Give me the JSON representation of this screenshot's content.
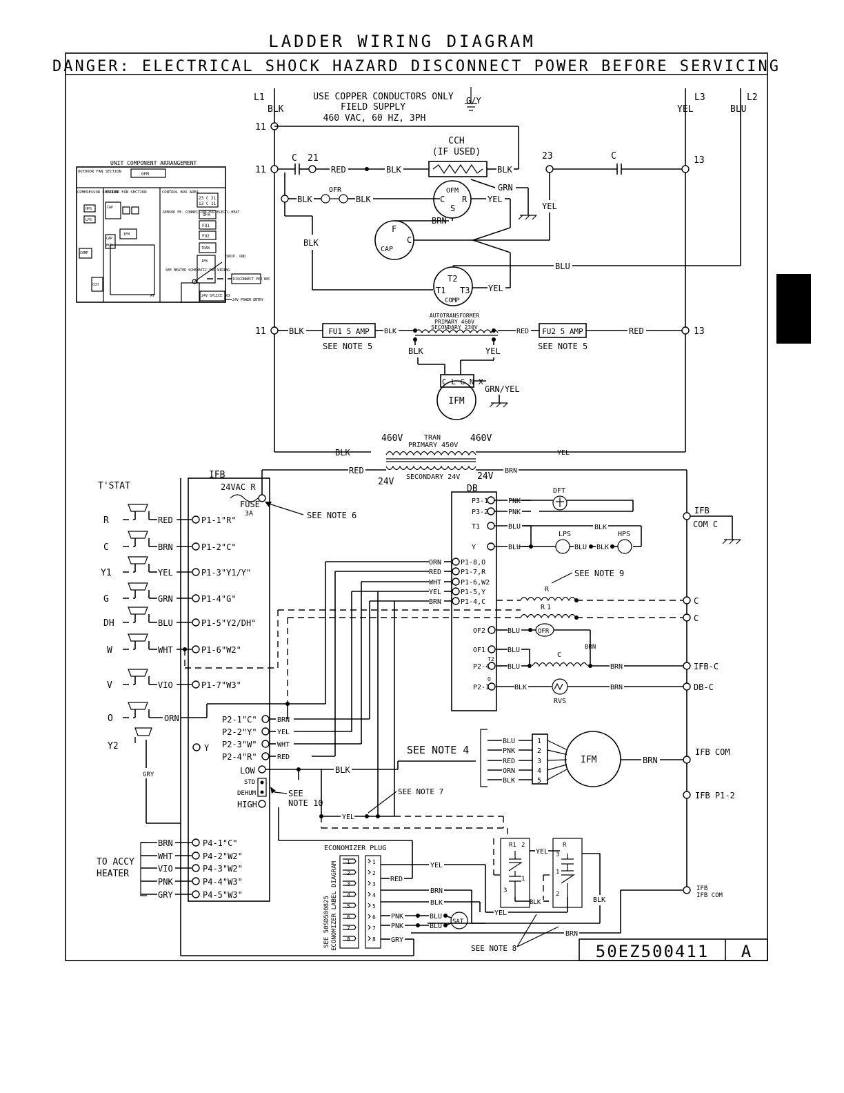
{
  "header": {
    "title": "LADDER WIRING DIAGRAM",
    "danger": "DANGER: ELECTRICAL SHOCK HAZARD DISCONNECT POWER BEFORE SERVICING"
  },
  "supply": {
    "line1": "USE COPPER CONDUCTORS ONLY",
    "line2": "FIELD SUPPLY",
    "line3": "460 VAC, 60 HZ, 3PH",
    "gnd": "G/Y",
    "l1": "L1",
    "l1_wire": "BLK",
    "l3": "L3",
    "l3_wire": "YEL",
    "l2": "L2",
    "l2_wire": "BLU"
  },
  "terminals": {
    "t11": "11",
    "t13": "13",
    "t21": "21",
    "t23": "23",
    "c": "C"
  },
  "components": {
    "cch": "CCH",
    "cch_note": "(IF USED)",
    "ofm": "OFM",
    "ofr": "OFR",
    "cap": "CAP",
    "f": "F",
    "s": "S",
    "r": "R",
    "comp": "COMP",
    "t1": "T1",
    "t2": "T2",
    "t3": "T3",
    "fu1": "FU1 5 AMP",
    "fu2": "FU2 5 AMP",
    "see_note5": "SEE NOTE 5",
    "autotransformer": "AUTOTRANSFORMER",
    "auto_primary": "PRIMARY 460V",
    "auto_secondary": "SECONDARY 230V",
    "ifm": "IFM",
    "ifm_pins": "C L G N X",
    "grnyel": "GRN/YEL",
    "tran": "TRAN",
    "tran_primary": "PRIMARY 450V",
    "tran_secondary": "SECONDARY 24V",
    "v460": "460V",
    "v24": "24V",
    "ifb": "IFB",
    "fuse_label": "24VAC R",
    "fuse": "FUSE",
    "fuse_amp": "3A",
    "see_note6": "SEE NOTE 6",
    "see_note9": "SEE NOTE 9",
    "see_note4": "SEE NOTE 4",
    "see_note7": "SEE NOTE 7",
    "see_note8": "SEE NOTE 8",
    "see_note10a": "SEE",
    "see_note10b": "NOTE 10",
    "tstat": "T'STAT",
    "db": "DB",
    "dft": "DFT",
    "lps": "LPS",
    "hps": "HPS",
    "rvs": "RVS",
    "sat": "SAT",
    "jfm": "IFM",
    "ifb_com_c": "COM C",
    "ifb_c": "IFB-C",
    "db_c": "DB-C",
    "ifb_com": "IFB COM",
    "ifb_p12": "IFB P1-2",
    "econ_plug": "ECONOMIZER PLUG",
    "econ_side1": "SEE 50SD500825",
    "econ_side2": "ECONOMIZER LABEL DIAGRAM",
    "to_accy": "TO ACCY",
    "heater": "HEATER",
    "low": "LOW",
    "std": "STD",
    "dehum": "DEHUM",
    "high": "HIGH",
    "y": "Y",
    "drawing_no": "50EZ500411",
    "rev": "A"
  },
  "wires": {
    "blk": "BLK",
    "red": "RED",
    "yel": "YEL",
    "blu": "BLU",
    "brn": "BRN",
    "grn": "GRN",
    "orn": "ORN",
    "wht": "WHT",
    "vio": "VIO",
    "pnk": "PNK",
    "gry": "GRY"
  },
  "tstat_terms": [
    "R",
    "C",
    "Y1",
    "G",
    "DH",
    "W",
    "V",
    "O",
    "Y2"
  ],
  "tstat_wires": [
    "RED",
    "BRN",
    "YEL",
    "GRN",
    "BLU",
    "WHT",
    "VIO",
    "ORN"
  ],
  "p1": [
    "P1-1\"R\"",
    "P1-2\"C\"",
    "P1-3\"Y1/Y\"",
    "P1-4\"G\"",
    "P1-5\"Y2/DH\"",
    "P1-6\"W2\"",
    "P1-7\"W3\""
  ],
  "p2": [
    "P2-1\"C\"",
    "P2-2\"Y\"",
    "P2-3\"W\"",
    "P2-4\"R\""
  ],
  "p2_wires": [
    "BRN",
    "YEL",
    "WHT",
    "RED"
  ],
  "p4": [
    "P4-1\"C\"",
    "P4-2\"W2\"",
    "P4-3\"W2\"",
    "P4-4\"W3\"",
    "P4-5\"W3\""
  ],
  "p4_wires": [
    "BRN",
    "WHT",
    "VIO",
    "PNK",
    "GRY"
  ],
  "db_left": [
    "P3-1",
    "P3-2",
    "T1",
    "Y"
  ],
  "db_p1": [
    "P1-8,O",
    "P1-7,R",
    "P1-6,W2",
    "P1-5,Y",
    "P1-4,C"
  ],
  "db_p1_wires": [
    "ORN",
    "RED",
    "WHT",
    "YEL",
    "BRN"
  ],
  "db_lower": [
    "OF2",
    "OF1",
    "T2",
    "P2-4",
    "O",
    "P2-1"
  ],
  "ifm_wires": [
    "BLU",
    "PNK",
    "RED",
    "ORN",
    "BLK"
  ],
  "ifm_pins": [
    "1",
    "2",
    "3",
    "4",
    "5"
  ],
  "econ_pins": [
    "1",
    "2",
    "3",
    "4",
    "5",
    "6",
    "7",
    "8"
  ],
  "legend": {
    "title": "UNIT COMPONENT ARRANGEMENT",
    "outdoor": "OUTDOOR FAN SECTION",
    "ofm": "OFM",
    "compressor": "COMPRESSOR SECTION",
    "indoor": "INDOOR FAN SECTION",
    "control": "CONTROL BOX AREA",
    "items": [
      "HPS",
      "LPS",
      "CAP",
      "C",
      "CAP C F",
      "CAP",
      "HCR",
      "IFM",
      "COMP",
      "CCH",
      "AT",
      "OFR",
      "FU1",
      "FU2",
      "TRAN",
      "IFB"
    ],
    "c23": "23 C 21",
    "c13": "13 C 11",
    "sensor": "SENSOR FE. CONNECTION FOR ELECTL.HEAT",
    "heater": "SEE HEATER SCHEMATIC FOR WIRING",
    "equip": "EQUIP. GND",
    "disconnect": "DISCONNECT PER NEC",
    "splice": "24V SPLICE BOX",
    "entry": "24V POWER ENTRY"
  }
}
